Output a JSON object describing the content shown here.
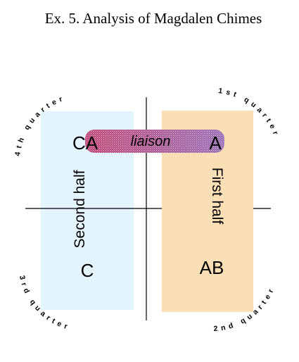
{
  "title": "Ex. 5. Analysis of Magdalen Chimes",
  "quarters": {
    "q1": "1st quarter",
    "q2": "2nd quarter",
    "q3": "3rd quarter",
    "q4": "4th quarter"
  },
  "halves": {
    "first": "First half",
    "second": "Second half"
  },
  "liaison": "liaison",
  "labels": {
    "ca": "CA",
    "a": "A",
    "c": "C",
    "ab": "AB"
  },
  "colors": {
    "first_half_fill": "#fadfb6",
    "second_half_fill": "#e4f4fc",
    "liaison_left": "#c14a78",
    "liaison_right": "#9a6fb4",
    "axis": "#000000",
    "text": "#000000"
  }
}
